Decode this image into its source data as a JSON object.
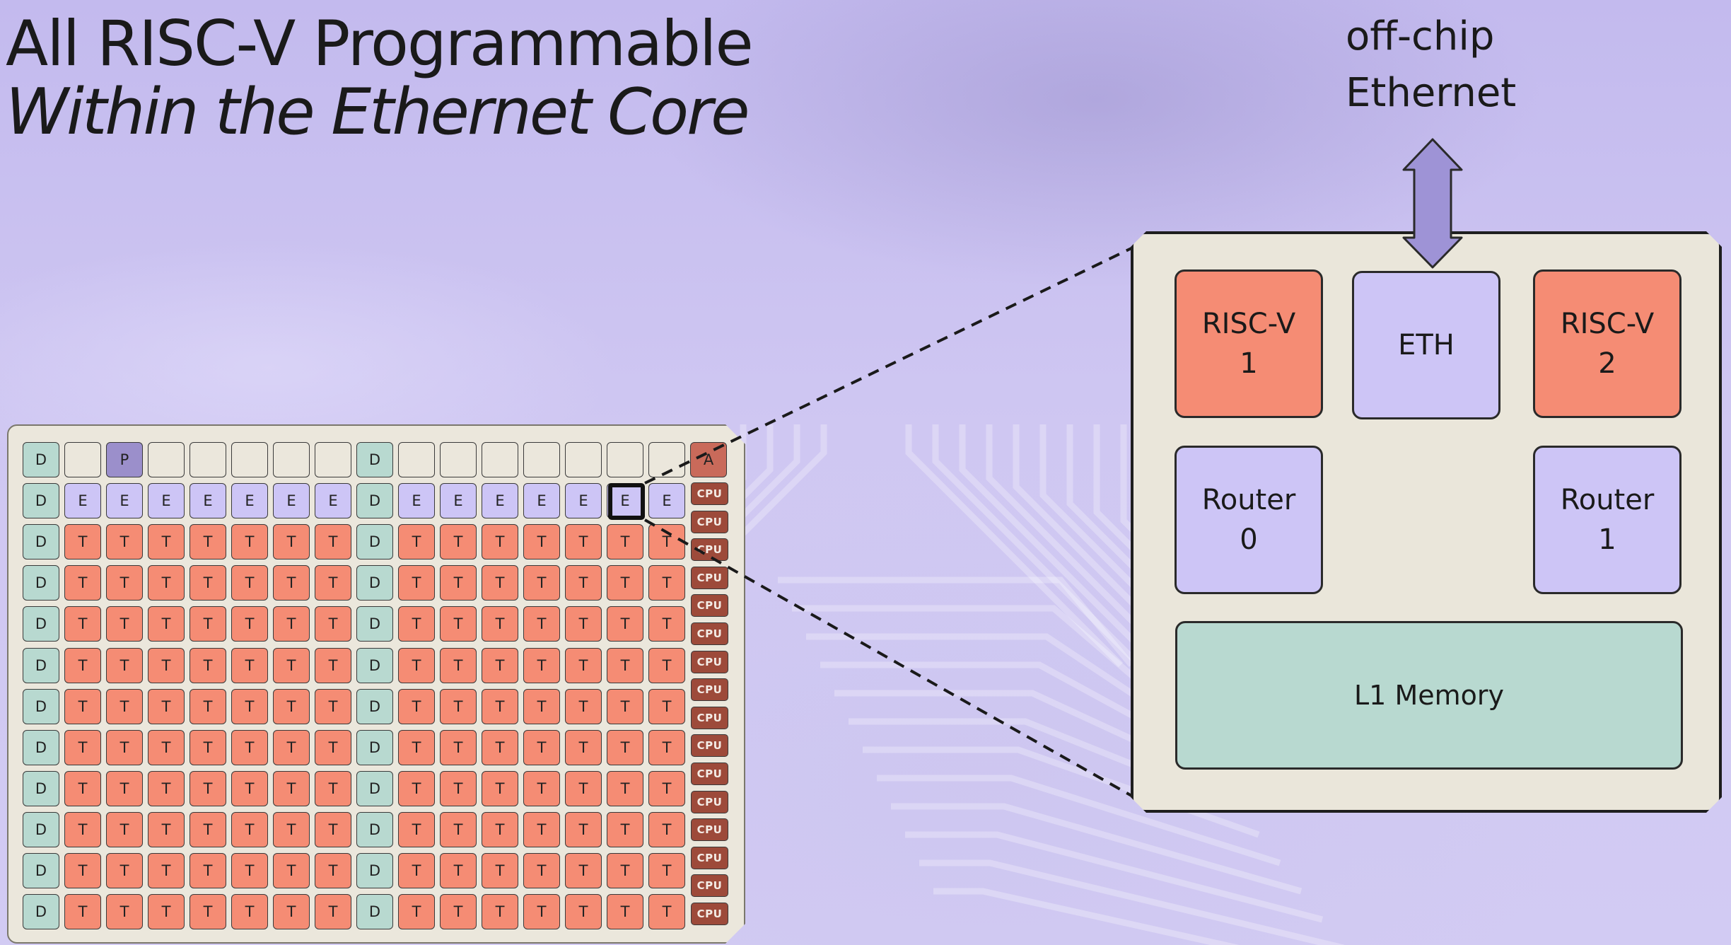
{
  "title": {
    "line1": "All RISC-V Programmable",
    "line2": "Within the Ethernet Core"
  },
  "offchip_label": {
    "line1": "off-chip",
    "line2": "Ethernet"
  },
  "colors": {
    "background": "#c9c1ee",
    "tile_d": "#b8d9d0",
    "tile_e": "#cdc5f6",
    "tile_t": "#f58c74",
    "tile_p": "#9b8fcb",
    "tile_a": "#c96a5a",
    "tile_cpu": "#9d4a3a",
    "tile_blank": "#ebe7dc",
    "block_riscv": "#f58c74",
    "block_eth": "#cdc5f6",
    "block_router": "#cdc5f6",
    "block_memory": "#b8d9d0"
  },
  "chip_grid": {
    "rows": [
      [
        "D",
        "",
        "P",
        "",
        "",
        "",
        "",
        "",
        "D",
        "",
        "",
        "",
        "",
        "",
        "",
        "",
        "A"
      ],
      [
        "D",
        "E",
        "E",
        "E",
        "E",
        "E",
        "E",
        "E",
        "D",
        "E",
        "E",
        "E",
        "E",
        "E",
        "E",
        "E"
      ],
      [
        "D",
        "T",
        "T",
        "T",
        "T",
        "T",
        "T",
        "T",
        "D",
        "T",
        "T",
        "T",
        "T",
        "T",
        "T",
        "T"
      ],
      [
        "D",
        "T",
        "T",
        "T",
        "T",
        "T",
        "T",
        "T",
        "D",
        "T",
        "T",
        "T",
        "T",
        "T",
        "T",
        "T"
      ],
      [
        "D",
        "T",
        "T",
        "T",
        "T",
        "T",
        "T",
        "T",
        "D",
        "T",
        "T",
        "T",
        "T",
        "T",
        "T",
        "T"
      ],
      [
        "D",
        "T",
        "T",
        "T",
        "T",
        "T",
        "T",
        "T",
        "D",
        "T",
        "T",
        "T",
        "T",
        "T",
        "T",
        "T"
      ],
      [
        "D",
        "T",
        "T",
        "T",
        "T",
        "T",
        "T",
        "T",
        "D",
        "T",
        "T",
        "T",
        "T",
        "T",
        "T",
        "T"
      ],
      [
        "D",
        "T",
        "T",
        "T",
        "T",
        "T",
        "T",
        "T",
        "D",
        "T",
        "T",
        "T",
        "T",
        "T",
        "T",
        "T"
      ],
      [
        "D",
        "T",
        "T",
        "T",
        "T",
        "T",
        "T",
        "T",
        "D",
        "T",
        "T",
        "T",
        "T",
        "T",
        "T",
        "T"
      ],
      [
        "D",
        "T",
        "T",
        "T",
        "T",
        "T",
        "T",
        "T",
        "D",
        "T",
        "T",
        "T",
        "T",
        "T",
        "T",
        "T"
      ],
      [
        "D",
        "T",
        "T",
        "T",
        "T",
        "T",
        "T",
        "T",
        "D",
        "T",
        "T",
        "T",
        "T",
        "T",
        "T",
        "T"
      ],
      [
        "D",
        "T",
        "T",
        "T",
        "T",
        "T",
        "T",
        "T",
        "D",
        "T",
        "T",
        "T",
        "T",
        "T",
        "T",
        "T"
      ]
    ],
    "cpu_label": "CPU",
    "cpu_count": 16,
    "selected_tile": {
      "row": 1,
      "col": 14
    }
  },
  "core_detail": {
    "blocks": [
      {
        "id": "riscv-1",
        "label": "RISC-V\n1",
        "kind": "riscv"
      },
      {
        "id": "eth",
        "label": "ETH",
        "kind": "eth"
      },
      {
        "id": "riscv-2",
        "label": "RISC-V\n2",
        "kind": "riscv"
      },
      {
        "id": "router-0",
        "label": "Router\n0",
        "kind": "router"
      },
      {
        "id": "router-1",
        "label": "Router\n1",
        "kind": "router"
      },
      {
        "id": "l1-memory",
        "label": "L1 Memory",
        "kind": "memory"
      }
    ]
  }
}
